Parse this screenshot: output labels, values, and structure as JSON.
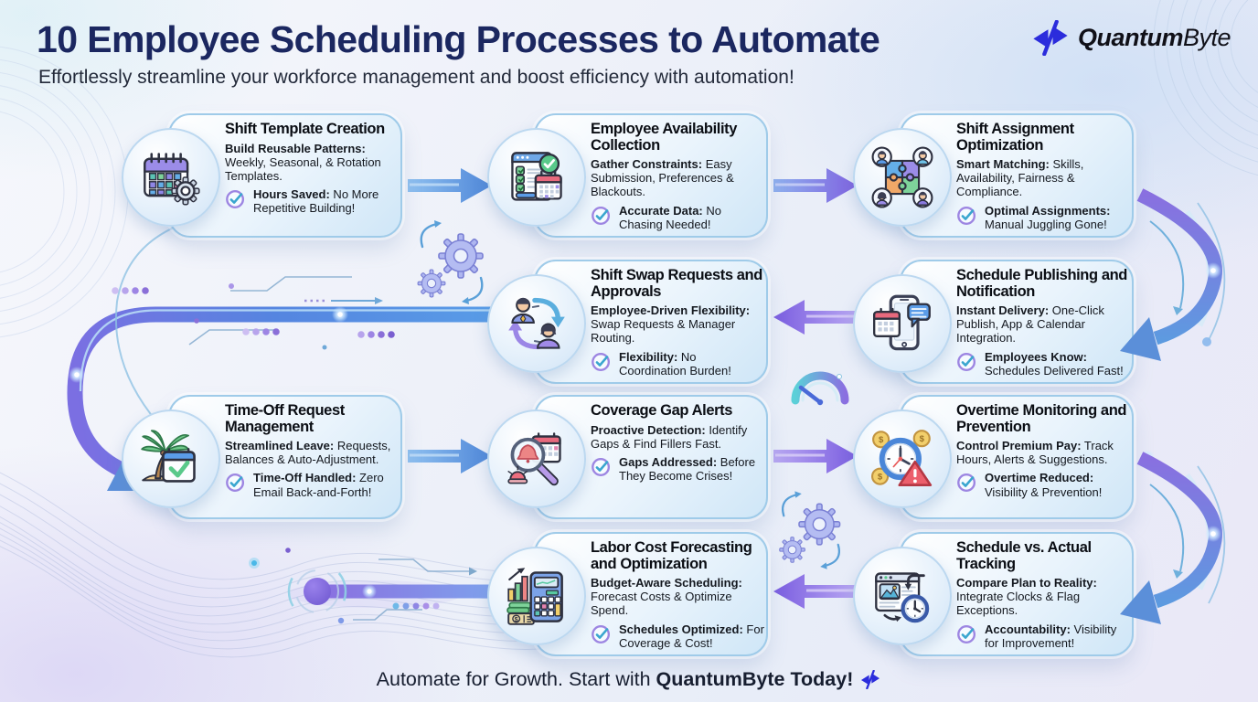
{
  "header": {
    "title": "10 Employee Scheduling Processes to Automate",
    "subtitle": "Effortlessly streamline your workforce management and boost efficiency with automation!"
  },
  "brand": {
    "icon": "quantumbyte-logo-icon",
    "name_bold": "Quantum",
    "name_light": "Byte"
  },
  "footer": {
    "lead": "Automate for Growth. Start with ",
    "emphasis": "QuantumByte Today!"
  },
  "cards": [
    {
      "title": "Shift Template Creation",
      "icon": "calendar-gear-icon",
      "body_label": "Build Reusable Patterns:",
      "body_text": " Weekly, Seasonal, & Rotation Templates.",
      "check_label": "Hours Saved:",
      "check_text": " No More Repetitive Building!"
    },
    {
      "title": "Employee Availability Collection",
      "icon": "availability-form-icon",
      "body_label": "Gather Constraints:",
      "body_text": " Easy Submission, Preferences & Blackouts.",
      "check_label": "Accurate Data:",
      "check_text": " No Chasing Needed!"
    },
    {
      "title": "Shift Assignment Optimization",
      "icon": "team-puzzle-icon",
      "body_label": "Smart Matching:",
      "body_text": " Skills, Availability, Fairness & Compliance.",
      "check_label": "Optimal Assignments:",
      "check_text": " Manual Juggling Gone!"
    },
    {
      "title": "Shift Swap Requests and Approvals",
      "icon": "people-swap-icon",
      "body_label": "Employee-Driven Flexibility:",
      "body_text": " Swap Requests & Manager Routing.",
      "check_label": "Flexibility:",
      "check_text": " No Coordination Burden!"
    },
    {
      "title": "Schedule Publishing and Notification",
      "icon": "phone-calendar-icon",
      "body_label": "Instant Delivery:",
      "body_text": " One-Click Publish, App & Calendar Integration.",
      "check_label": "Employees Know:",
      "check_text": " Schedules Delivered Fast!"
    },
    {
      "title": "Time-Off Request Management",
      "icon": "palm-calendar-icon",
      "body_label": "Streamlined Leave:",
      "body_text": " Requests, Balances & Auto-Adjustment.",
      "check_label": "Time-Off Handled:",
      "check_text": " Zero Email Back-and-Forth!"
    },
    {
      "title": "Coverage Gap Alerts",
      "icon": "magnifier-alert-icon",
      "body_label": "Proactive Detection:",
      "body_text": " Identify Gaps & Find Fillers Fast.",
      "check_label": "Gaps Addressed:",
      "check_text": " Before They Become Crises!"
    },
    {
      "title": "Overtime Monitoring and Prevention",
      "icon": "clock-money-alert-icon",
      "body_label": "Control Premium Pay:",
      "body_text": " Track Hours, Alerts & Suggestions.",
      "check_label": "Overtime Reduced:",
      "check_text": " Visibility & Prevention!"
    },
    {
      "title": "Labor Cost Forecasting and Optimization",
      "icon": "calculator-chart-icon",
      "body_label": "Budget-Aware Scheduling:",
      "body_text": " Forecast Costs & Optimize Spend.",
      "check_label": "Schedules Optimized:",
      "check_text": " For Coverage & Cost!"
    },
    {
      "title": "Schedule vs. Actual Tracking",
      "icon": "window-clock-icon",
      "body_label": "Compare Plan to Reality:",
      "body_text": " Integrate Clocks & Flag Exceptions.",
      "check_label": "Accountability:",
      "check_text": " Visibility for Improvement!"
    }
  ],
  "colors": {
    "title_navy": "#1b2760",
    "card_border": "#9fcbe9",
    "arrow_blue": "#4e86d8",
    "arrow_purple": "#7a5de0",
    "check_teal": "#3aa6cf",
    "check_ring_purple": "#9d86e2",
    "logo_blue": "#2b2cdc"
  }
}
